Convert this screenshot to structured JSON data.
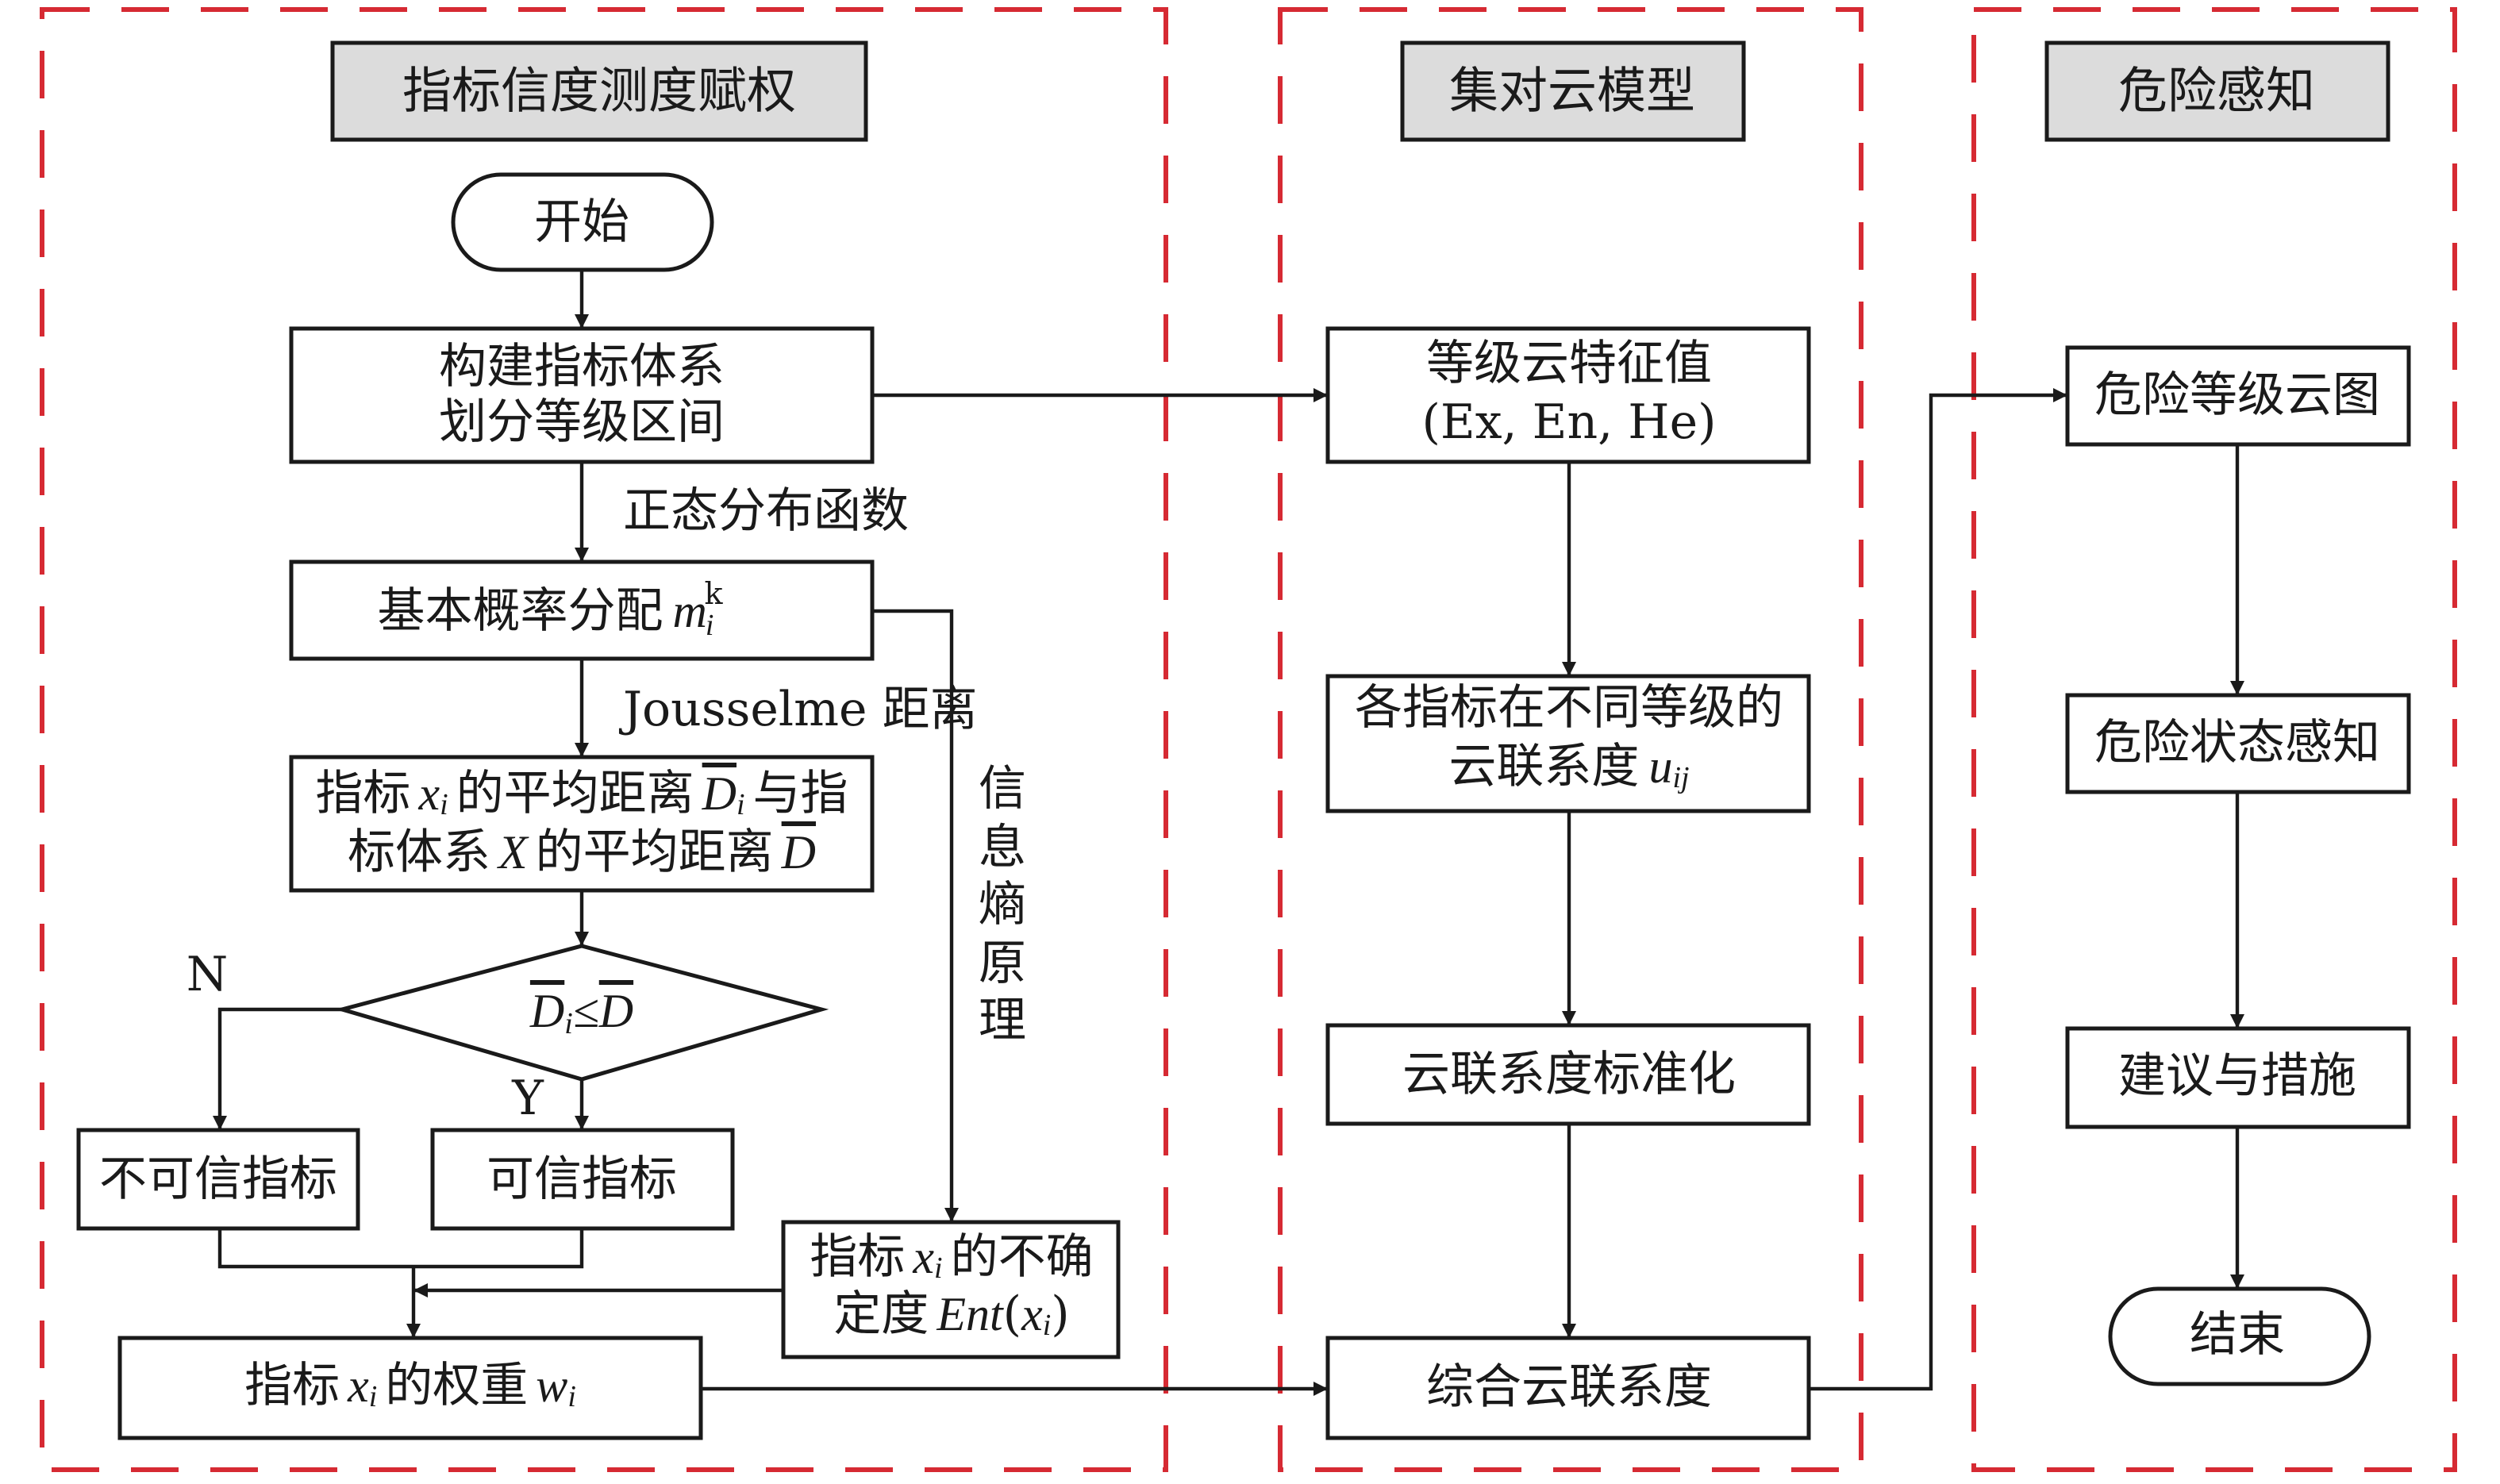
{
  "colors": {
    "zone_border": "#d62a33",
    "header_fill": "#dcdcdc",
    "stroke": "#1a1a1a"
  },
  "zones": [
    {
      "id": "weighting",
      "title": "指标信度测度赋权"
    },
    {
      "id": "cloud-model",
      "title": "集对云模型"
    },
    {
      "id": "perception",
      "title": "危险感知"
    }
  ],
  "weighting": {
    "start": "开始",
    "build_line1": "构建指标体系",
    "build_line2": "划分等级区间",
    "edge_normal": "正态分布函数",
    "bpa": "基本概率分配",
    "bpa_var": "m",
    "bpa_sub": "i",
    "bpa_sup": "k",
    "edge_jousselme": "Jousselme 距离",
    "avgdist_line1_a": "指标",
    "avgdist_line1_var": "x",
    "avgdist_line1_sub": "i",
    "avgdist_line1_b": "的平均距离",
    "avgdist_line1_D": "D",
    "avgdist_line1_Dsub": "i",
    "avgdist_line1_c": "与指",
    "avgdist_line2_a": "标体系",
    "avgdist_line2_X": "X",
    "avgdist_line2_b": "的平均距离",
    "avgdist_line2_D": "D",
    "decision_D1": "D",
    "decision_sub": "i",
    "decision_op": "≤",
    "decision_D2": "D",
    "label_no": "N",
    "label_yes": "Y",
    "untrusted": "不可信指标",
    "trusted": "可信指标",
    "edge_entropy": [
      "信",
      "息",
      "熵",
      "原",
      "理"
    ],
    "uncert_line1_a": "指标",
    "uncert_line1_var": "x",
    "uncert_line1_sub": "i",
    "uncert_line1_b": "的不确",
    "uncert_line2_a": "定度",
    "uncert_line2_fn": "Ent",
    "uncert_line2_open": "(",
    "uncert_line2_var": "x",
    "uncert_line2_sub": "i",
    "uncert_line2_close": ")",
    "weight_a": "指标",
    "weight_var": "x",
    "weight_sub": "i",
    "weight_b": "的权重",
    "weight_w": "w",
    "weight_wsub": "i"
  },
  "cloud_model": {
    "grade_line1": "等级云特征值",
    "grade_line2": "(Ex, En, He)",
    "membership_line1": "各指标在不同等级的",
    "membership_line2_a": "云联系度",
    "membership_line2_var": "u",
    "membership_line2_sub": "ij",
    "normalize": "云联系度标准化",
    "overall": "综合云联系度"
  },
  "perception": {
    "cloud_chart": "危险等级云图",
    "state": "危险状态感知",
    "advice": "建议与措施",
    "end": "结束"
  }
}
